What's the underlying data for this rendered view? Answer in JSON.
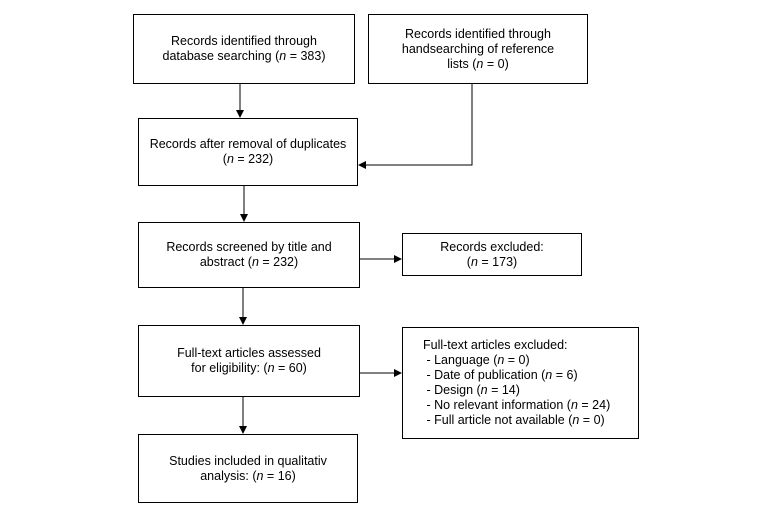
{
  "colors": {
    "stroke": "#000000",
    "background": "#ffffff"
  },
  "boxes": {
    "identified_db": {
      "lines": [
        {
          "pre": "Records identified through",
          "n": "",
          "post": ""
        },
        {
          "pre": "database searching (",
          "n": "n",
          "post": " = 383)"
        }
      ]
    },
    "identified_hand": {
      "lines": [
        {
          "pre": "Records identified through",
          "n": "",
          "post": ""
        },
        {
          "pre": "handsearching of reference",
          "n": "",
          "post": ""
        },
        {
          "pre": "lists (",
          "n": "n",
          "post": " = 0)"
        }
      ]
    },
    "after_dupes": {
      "lines": [
        {
          "pre": "Records after removal of duplicates",
          "n": "",
          "post": ""
        },
        {
          "pre": "(",
          "n": "n",
          "post": " = 232)"
        }
      ]
    },
    "screened": {
      "lines": [
        {
          "pre": "Records screened by title and",
          "n": "",
          "post": ""
        },
        {
          "pre": "abstract (",
          "n": "n",
          "post": " = 232)"
        }
      ]
    },
    "excluded": {
      "lines": [
        {
          "pre": "Records excluded:",
          "n": "",
          "post": ""
        },
        {
          "pre": "(",
          "n": "n",
          "post": " = 173)"
        }
      ]
    },
    "fulltext": {
      "lines": [
        {
          "pre": "Full-text articles assessed",
          "n": "",
          "post": ""
        },
        {
          "pre": "for eligibility: (",
          "n": "n",
          "post": " = 60)"
        }
      ]
    },
    "fulltext_excluded": {
      "lines": [
        {
          "pre": "Full-text articles excluded:",
          "n": "",
          "post": ""
        },
        {
          "pre": " - Language (",
          "n": "n",
          "post": " = 0)"
        },
        {
          "pre": " - Date of publication (",
          "n": "n",
          "post": " = 6)"
        },
        {
          "pre": " - Design (",
          "n": "n",
          "post": " = 14)"
        },
        {
          "pre": " - No relevant information (",
          "n": "n",
          "post": " = 24)"
        },
        {
          "pre": " - Full article not available (",
          "n": "n",
          "post": " = 0)"
        }
      ]
    },
    "included": {
      "lines": [
        {
          "pre": "Studies included in qualitativ",
          "n": "",
          "post": ""
        },
        {
          "pre": "analysis: (",
          "n": "n",
          "post": " = 16)"
        }
      ]
    }
  }
}
